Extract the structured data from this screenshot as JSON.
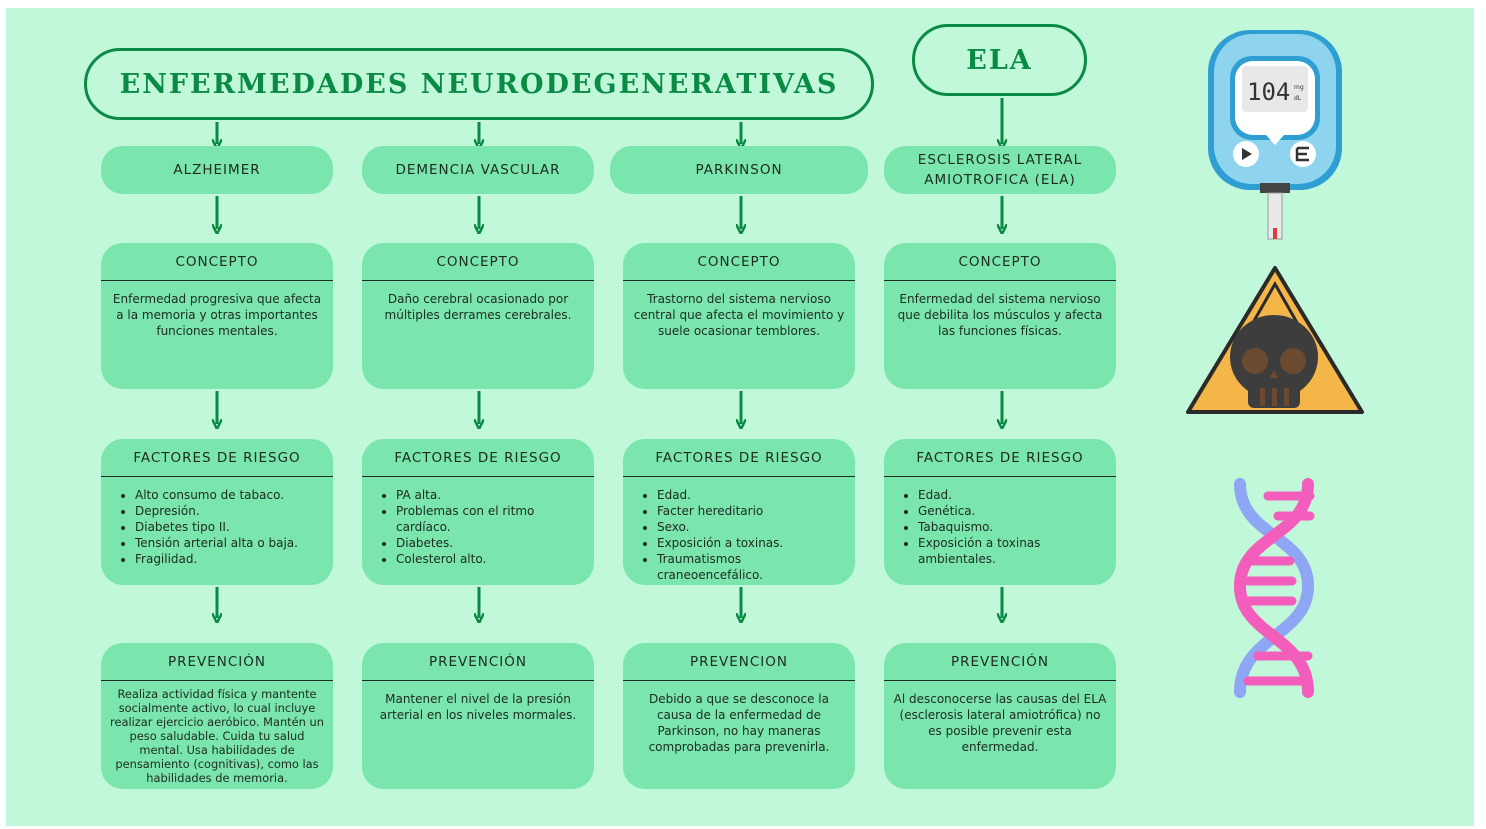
{
  "title": "ENFERMEDADES NEURODEGENERATIVAS",
  "subtitle": "ELA",
  "colors": {
    "background": "#c1f8da",
    "box": "#7ae5ad",
    "accent": "#0b8a45"
  },
  "icons": [
    "glucometer-icon",
    "skull-warning-icon",
    "dna-icon"
  ],
  "glucometer_reading": "104",
  "glucometer_unit_top": "mg",
  "glucometer_unit_bottom": "dL",
  "diseases": [
    {
      "name": "ALZHEIMER",
      "concept_title": "CONCEPTO",
      "concept": "Enfermedad progresiva que afecta a la memoria y otras importantes funciones mentales.",
      "risk_title": "FACTORES DE RIESGO",
      "risks": [
        "Alto consumo de tabaco.",
        "Depresión.",
        "Diabetes tipo II.",
        "Tensión arterial alta o baja.",
        "Fragilidad."
      ],
      "prevention_title": "PREVENCIÓN",
      "prevention": "Realiza actividad física y mantente socialmente activo, lo cual incluye realizar ejercicio aeróbico. Mantén un peso saludable. Cuida tu salud mental. Usa habilidades de pensamiento (cognitivas), como las habilidades de memoria."
    },
    {
      "name": "DEMENCIA VASCULAR",
      "concept_title": "CONCEPTO",
      "concept": "Daño cerebral ocasionado por múltiples derrames cerebrales.",
      "risk_title": "FACTORES DE RIESGO",
      "risks": [
        "PA alta.",
        "Problemas con el ritmo cardíaco.",
        "Diabetes.",
        "Colesterol alto."
      ],
      "prevention_title": "PREVENCIÓN",
      "prevention": "Mantener el nivel de la presión arterial en los niveles mormales."
    },
    {
      "name": "PARKINSON",
      "concept_title": "CONCEPTO",
      "concept": "Trastorno del sistema nervioso central que afecta el movimiento y suele ocasionar temblores.",
      "risk_title": "FACTORES DE RIESGO",
      "risks": [
        "Edad.",
        "Facter hereditario",
        "Sexo.",
        "Exposición a toxinas.",
        "Traumatismos craneoencefálico."
      ],
      "prevention_title": "PREVENCION",
      "prevention": "Debido a que se desconoce la causa de la enfermedad de Parkinson, no hay maneras comprobadas para prevenirla."
    },
    {
      "name": "ESCLEROSIS LATERAL AMIOTROFICA (ELA)",
      "concept_title": "CONCEPTO",
      "concept": "Enfermedad del sistema nervioso que debilita los músculos y afecta las funciones físicas.",
      "risk_title": "FACTORES DE RIESGO",
      "risks": [
        "Edad.",
        "Genética.",
        "Tabaquismo.",
        "Exposición a toxinas ambientales."
      ],
      "prevention_title": "PREVENCIÓN",
      "prevention": "Al desconocerse las causas del ELA (esclerosis lateral amiotrófica) no es posible prevenir esta enfermedad."
    }
  ]
}
